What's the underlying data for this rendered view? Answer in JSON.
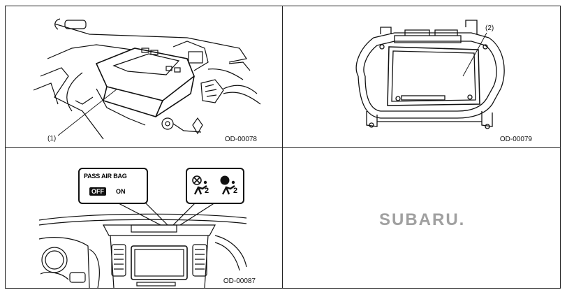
{
  "figure_codes": {
    "top_left": "OD-00078",
    "top_right": "OD-00079",
    "bottom_left": "OD-00087"
  },
  "callouts": {
    "module": "(1)",
    "sensor": "(2)"
  },
  "indicator": {
    "title": "PASS AIR BAG",
    "off_label": "OFF",
    "on_label": "ON",
    "icon_subscript": "2"
  },
  "logo": {
    "text": "SUBARU."
  }
}
